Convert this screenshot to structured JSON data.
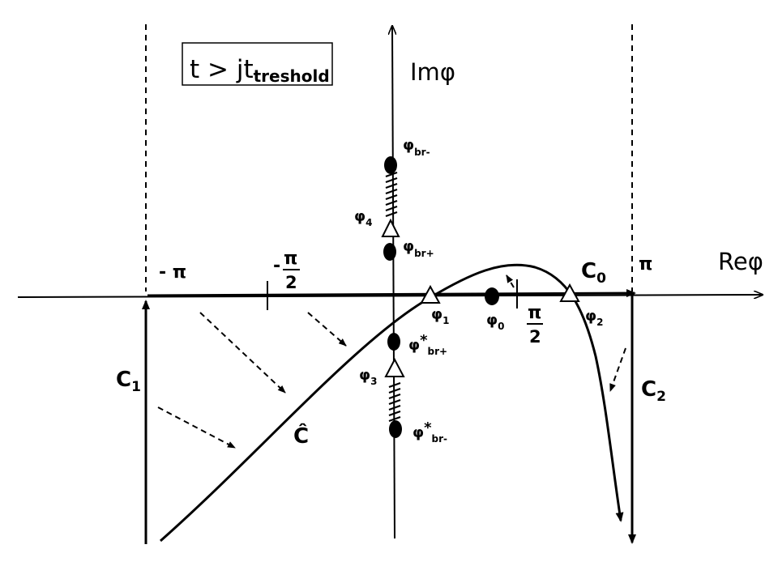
{
  "box": {
    "t": "t > jt",
    "sub": "treshold"
  },
  "axes": {
    "im_base": "Im",
    "re_base": "Re",
    "phi": "φ"
  },
  "ticks": {
    "minus_pi": "- π",
    "pi": "π",
    "minus_sign": "-",
    "pi_top": "π",
    "two": "2"
  },
  "contours": {
    "c0": "C",
    "c0_sub": "0",
    "c1": "C",
    "c1_sub": "1",
    "c2": "C",
    "c2_sub": "2",
    "chat": "Ĉ"
  },
  "points": {
    "phi": "φ",
    "br_minus": "br-",
    "br_plus": "br+",
    "star": "*",
    "s0": "0",
    "s1": "1",
    "s2": "2",
    "s3": "3",
    "s4": "4"
  }
}
